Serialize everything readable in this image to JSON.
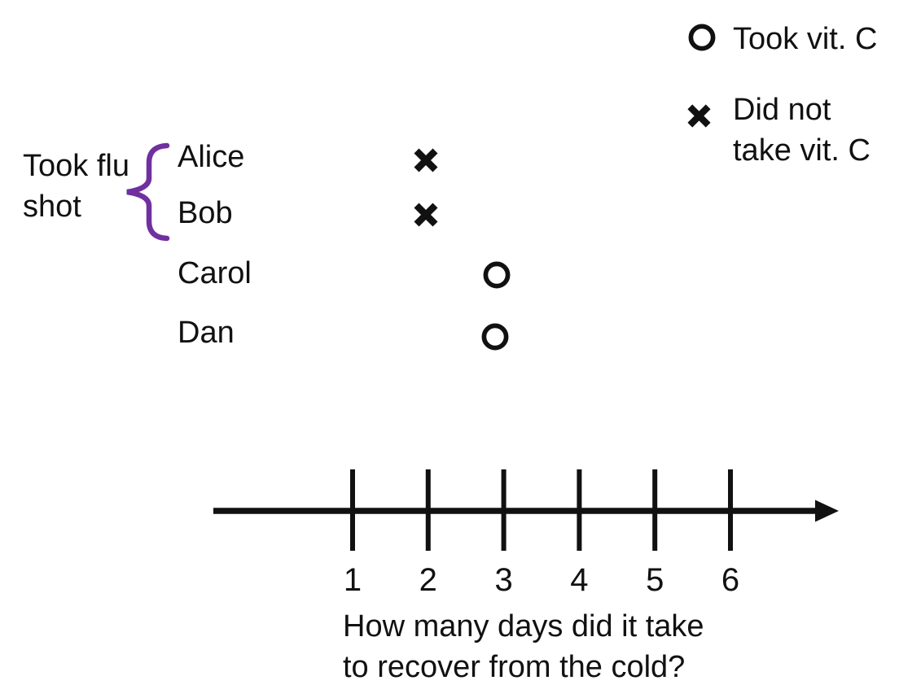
{
  "colors": {
    "ink": "#111111",
    "brace": "#7030A0"
  },
  "legend": {
    "items": [
      {
        "marker": "circle",
        "label": "Took vit. C"
      },
      {
        "marker": "x",
        "label": "Did not\ntake vit. C"
      }
    ]
  },
  "group": {
    "label": "Took flu\nshot",
    "members": [
      "Alice",
      "Bob"
    ]
  },
  "rows": [
    {
      "name": "Alice",
      "marker": "x",
      "value": 2
    },
    {
      "name": "Bob",
      "marker": "x",
      "value": 2
    },
    {
      "name": "Carol",
      "marker": "circle",
      "value": 3
    },
    {
      "name": "Dan",
      "marker": "circle",
      "value": 3
    }
  ],
  "axis": {
    "ticks": [
      "1",
      "2",
      "3",
      "4",
      "5",
      "6"
    ],
    "label": "How many days did it take\nto recover from the cold?"
  },
  "chart_data": {
    "type": "scatter",
    "title": "",
    "xlabel": "How many days did it take to recover from the cold?",
    "x_ticks": [
      1,
      2,
      3,
      4,
      5,
      6
    ],
    "x_range": [
      1,
      6
    ],
    "categories": [
      "Alice",
      "Bob",
      "Carol",
      "Dan"
    ],
    "points": [
      {
        "name": "Alice",
        "days": 2,
        "marker": "x",
        "took_vit_c": false,
        "took_flu_shot": true
      },
      {
        "name": "Bob",
        "days": 2,
        "marker": "x",
        "took_vit_c": false,
        "took_flu_shot": true
      },
      {
        "name": "Carol",
        "days": 3,
        "marker": "circle",
        "took_vit_c": true,
        "took_flu_shot": false
      },
      {
        "name": "Dan",
        "days": 3,
        "marker": "circle",
        "took_vit_c": true,
        "took_flu_shot": false
      }
    ],
    "legend": [
      {
        "marker": "circle",
        "label": "Took vit. C"
      },
      {
        "marker": "x",
        "label": "Did not take vit. C"
      }
    ],
    "annotations": [
      {
        "text": "Took flu shot",
        "applies_to": [
          "Alice",
          "Bob"
        ]
      }
    ],
    "legend_position": "top-right",
    "grid": false
  }
}
